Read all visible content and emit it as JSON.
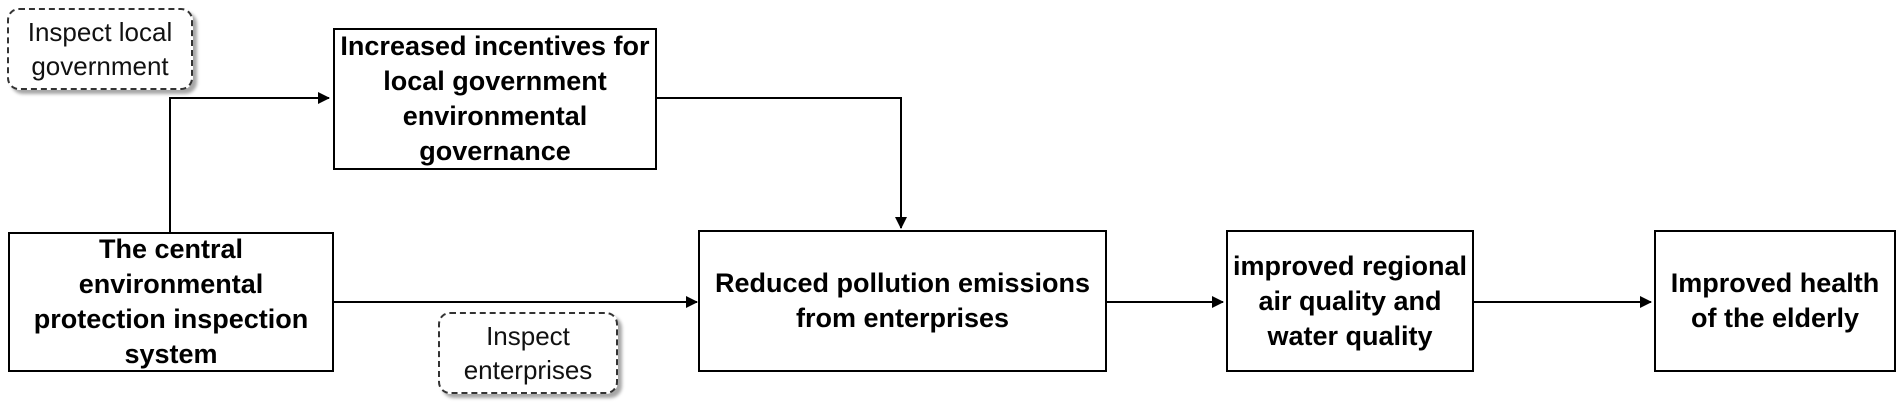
{
  "nodes": {
    "central_system": "The central environmental protection inspection system",
    "incentives": "Increased incentives for local government environmental governance",
    "reduced_emissions": "Reduced pollution emissions from enterprises",
    "improved_quality": "improved regional air quality and water quality",
    "improved_health": "Improved health of the elderly"
  },
  "notes": {
    "inspect_local_government": "Inspect local government",
    "inspect_enterprises": "Inspect enterprises"
  }
}
